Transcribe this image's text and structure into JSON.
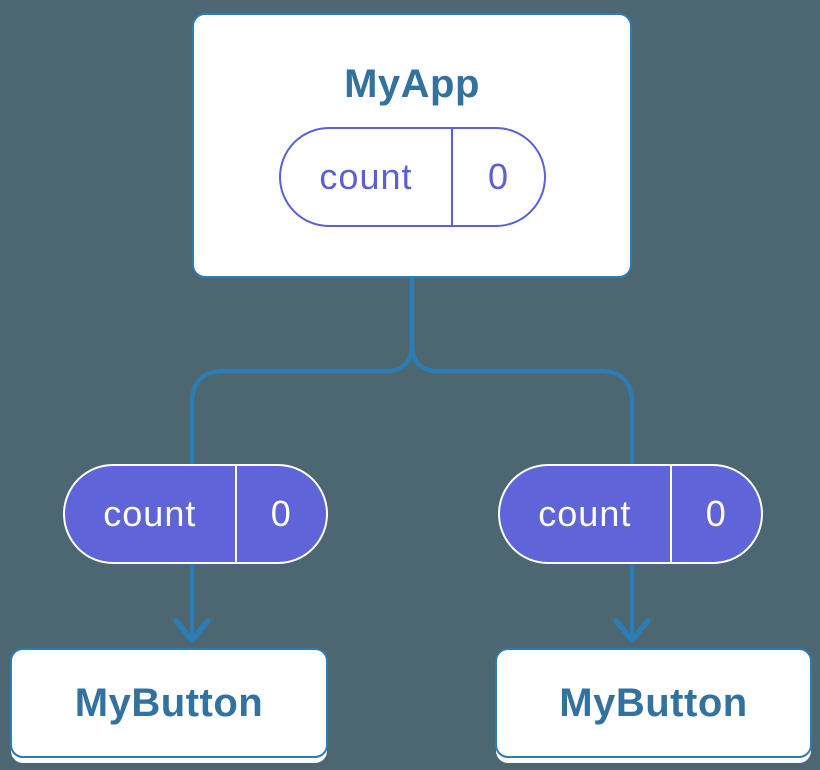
{
  "diagram": {
    "root": {
      "title": "MyApp",
      "state_pill": {
        "name": "count",
        "value": "0"
      }
    },
    "prop_pills": {
      "left": {
        "name": "count",
        "value": "0"
      },
      "right": {
        "name": "count",
        "value": "0"
      }
    },
    "children": [
      {
        "title": "MyButton"
      },
      {
        "title": "MyButton"
      }
    ],
    "colors": {
      "background": "#4c6771",
      "connector_blue": "#2d7cb3",
      "node_border_blue": "#2d7cb3",
      "node_title_blue": "#33719f",
      "pill_outline_purple": "#5b60d5",
      "pill_fill_purple": "#5f64d8",
      "node_fill": "#ffffff"
    }
  }
}
